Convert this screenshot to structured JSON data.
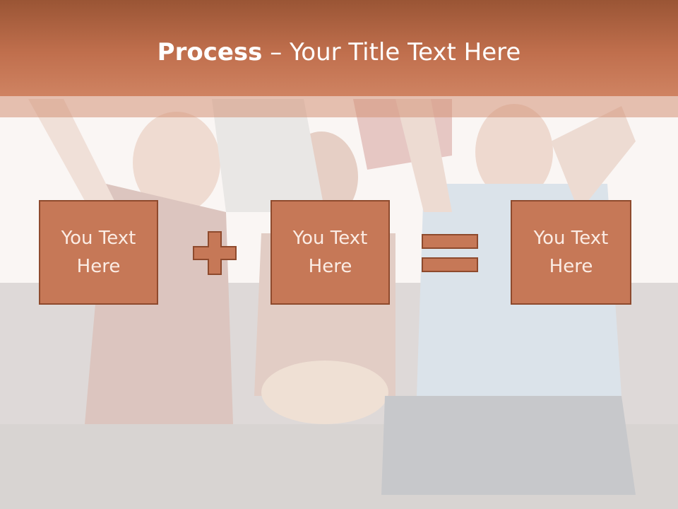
{
  "title": {
    "bold": "Process",
    "separator": " – ",
    "rest": "Your Title Text Here"
  },
  "boxes": [
    {
      "label": "You Text Here"
    },
    {
      "label": "You Text Here"
    },
    {
      "label": "You Text Here"
    }
  ],
  "operators": {
    "first": "plus-icon",
    "second": "equals-icon"
  },
  "colors": {
    "title_bar": "#c06f4d",
    "box_fill": "#c67857",
    "box_border": "#8e4a2d",
    "box_text": "#fbece4"
  }
}
